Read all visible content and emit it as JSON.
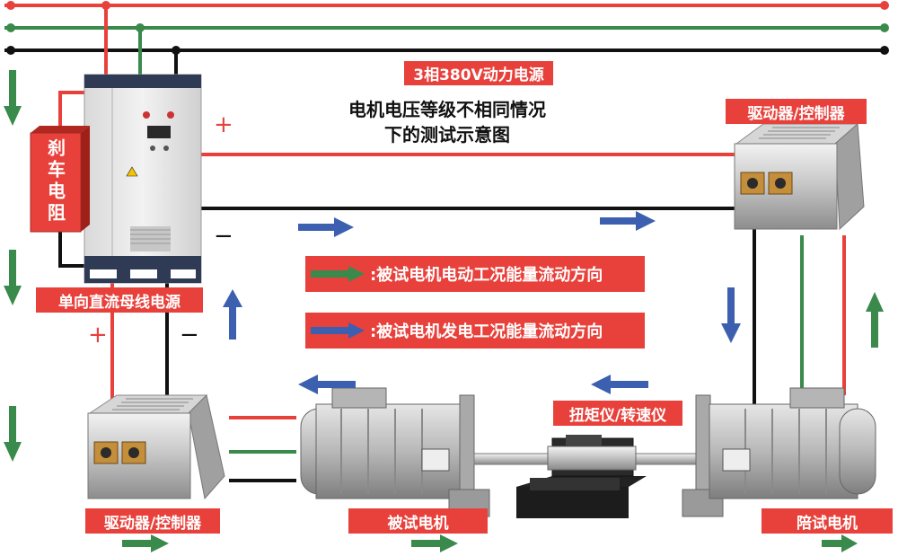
{
  "labels": {
    "power_source": "3相380V动力电源",
    "brake_resistor": "刹车电阻",
    "dc_supply": "单向直流母线电源",
    "driver_top": "驱动器/控制器",
    "driver_bottom": "驱动器/控制器",
    "test_motor": "被试电机",
    "companion_motor": "陪试电机",
    "torque_meter": "扭矩仪/转速仪"
  },
  "title": {
    "line1": "电机电压等级不相同情况",
    "line2": "下的测试示意图"
  },
  "legend": {
    "motoring": ":被试电机电动工况能量流动方向",
    "generating": ":被试电机发电工况能量流动方向"
  },
  "signs": {
    "plus_top": "+",
    "minus_top": "−",
    "plus_left": "+",
    "minus_left": "−"
  },
  "colors": {
    "red": "#e8413b",
    "green": "#3a8a4c",
    "blue": "#3d5fb0",
    "black": "#111111"
  }
}
